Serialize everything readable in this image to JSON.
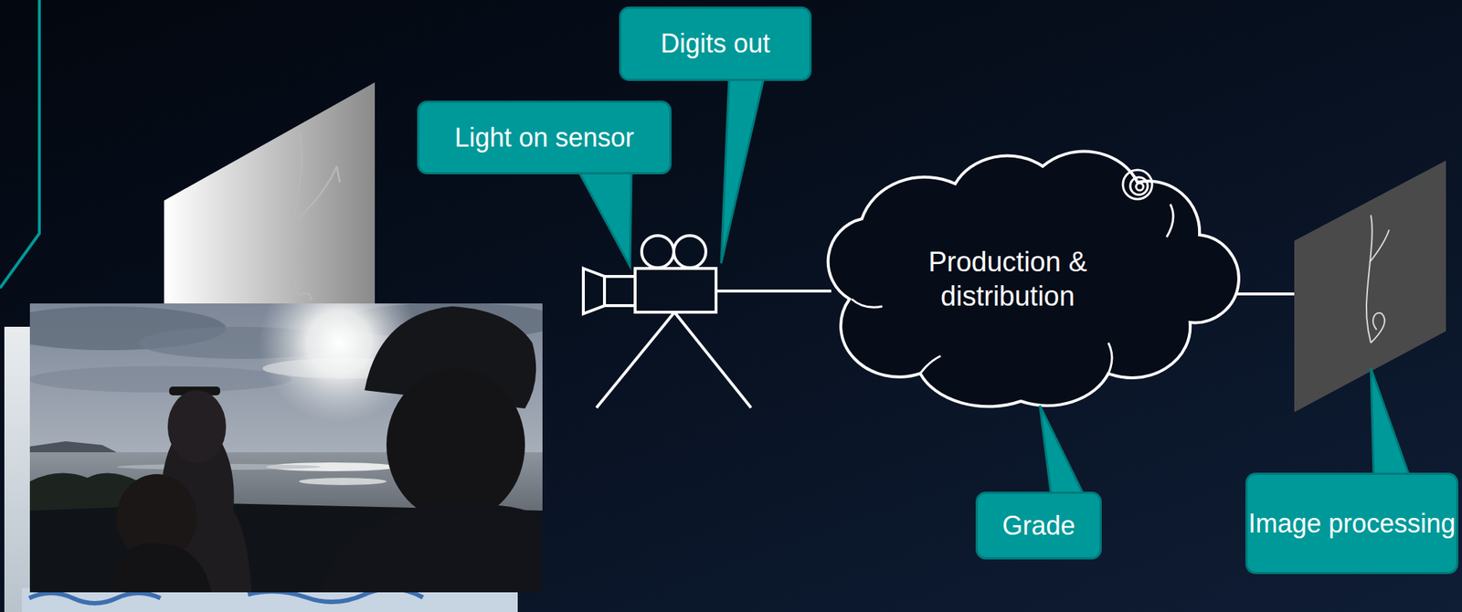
{
  "diagram": {
    "nodes": [
      {
        "text": [
          "Digits out"
        ]
      },
      {
        "text": [
          "Light on sensor"
        ]
      },
      {
        "text": [
          "Production & distribution"
        ]
      },
      {
        "text": [
          "Grade"
        ]
      },
      {
        "text": [
          "Image processing"
        ]
      }
    ]
  }
}
